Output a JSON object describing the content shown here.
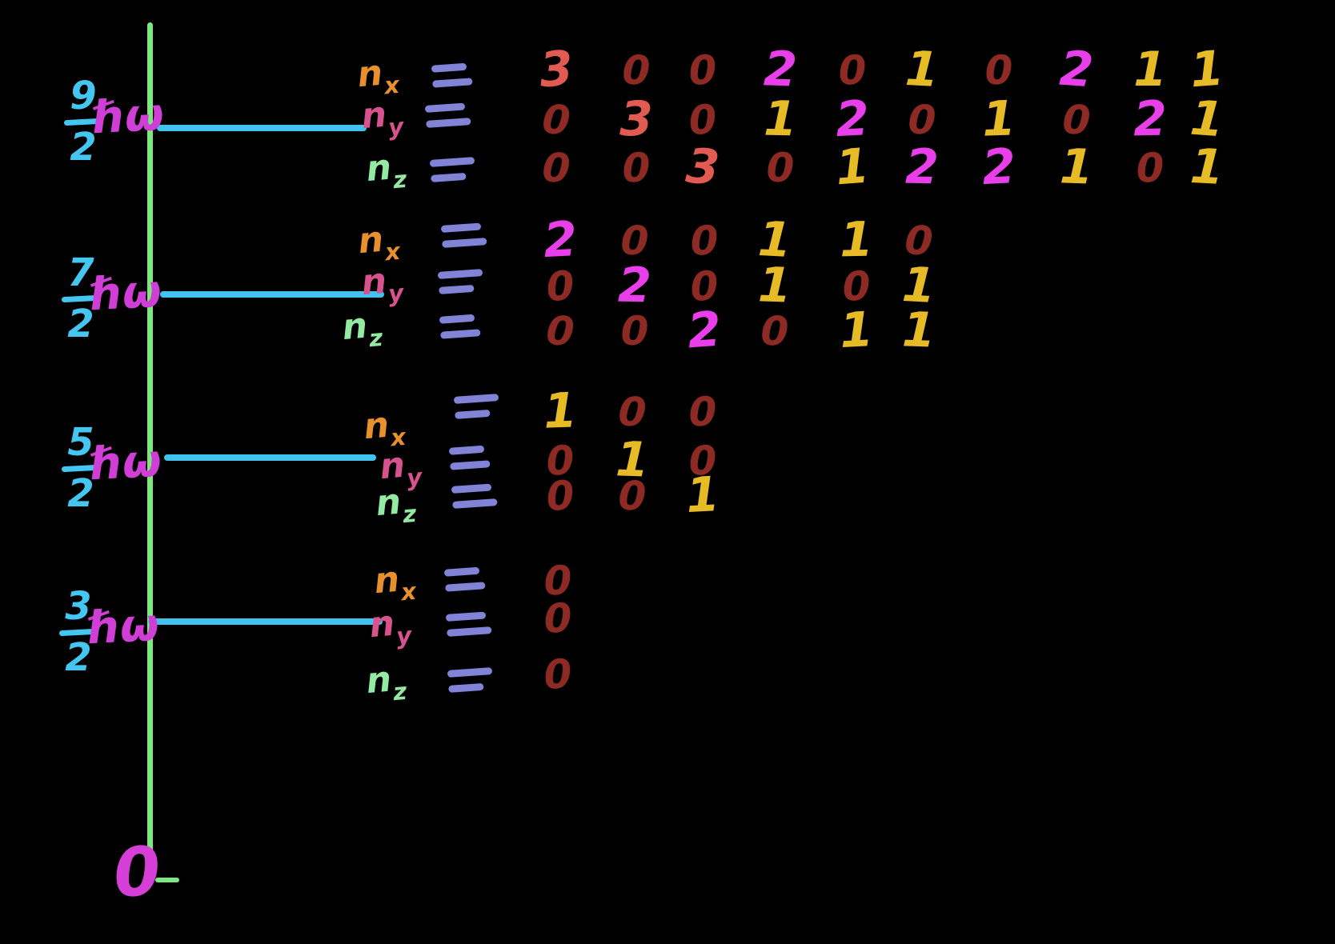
{
  "colors": {
    "background": "#000000",
    "axis_green": "#7ee87e",
    "level_cyan": "#41c2ef",
    "fraction_cyan": "#45c6f0",
    "unit_magenta": "#cf3fd6",
    "origin_magenta": "#d53fd8",
    "nx_orange": "#e8912c",
    "ny_pink": "#d6538f",
    "nz_green": "#93eba3",
    "equals_purple": "#8083d6"
  },
  "digit_colors": {
    "0": "#8d2a23",
    "1": "#e6bb26",
    "2": "#e93fea",
    "3": "#e25b52"
  },
  "axis": {
    "origin_label": "0"
  },
  "levels": [
    {
      "energy": {
        "numerator": "9",
        "denominator": "2",
        "unit": "ℏω"
      },
      "rows": [
        {
          "base": "n",
          "sub": "x",
          "values": [
            "3",
            "0",
            "0",
            "2",
            "0",
            "1",
            "0",
            "2",
            "1",
            "1"
          ]
        },
        {
          "base": "n",
          "sub": "y",
          "values": [
            "0",
            "3",
            "0",
            "1",
            "2",
            "0",
            "1",
            "0",
            "2",
            "1"
          ]
        },
        {
          "base": "n",
          "sub": "z",
          "values": [
            "0",
            "0",
            "3",
            "0",
            "1",
            "2",
            "2",
            "1",
            "0",
            "1"
          ]
        }
      ]
    },
    {
      "energy": {
        "numerator": "7",
        "denominator": "2",
        "unit": "ℏω"
      },
      "rows": [
        {
          "base": "n",
          "sub": "x",
          "values": [
            "2",
            "0",
            "0",
            "1",
            "1",
            "0"
          ]
        },
        {
          "base": "n",
          "sub": "y",
          "values": [
            "0",
            "2",
            "0",
            "1",
            "0",
            "1"
          ]
        },
        {
          "base": "n",
          "sub": "z",
          "values": [
            "0",
            "0",
            "2",
            "0",
            "1",
            "1"
          ]
        }
      ]
    },
    {
      "energy": {
        "numerator": "5",
        "denominator": "2",
        "unit": "ℏω"
      },
      "rows": [
        {
          "base": "n",
          "sub": "x",
          "values": [
            "1",
            "0",
            "0"
          ]
        },
        {
          "base": "n",
          "sub": "y",
          "values": [
            "0",
            "1",
            "0"
          ]
        },
        {
          "base": "n",
          "sub": "z",
          "values": [
            "0",
            "0",
            "1"
          ]
        }
      ]
    },
    {
      "energy": {
        "numerator": "3",
        "denominator": "2",
        "unit": "ℏω"
      },
      "rows": [
        {
          "base": "n",
          "sub": "x",
          "values": [
            "0"
          ]
        },
        {
          "base": "n",
          "sub": "y",
          "values": [
            "0"
          ]
        },
        {
          "base": "n",
          "sub": "z",
          "values": [
            "0"
          ]
        }
      ]
    }
  ]
}
